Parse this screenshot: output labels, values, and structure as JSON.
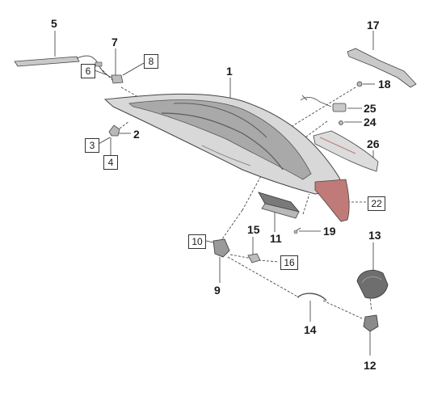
{
  "diagram": {
    "labels": {
      "c1": "1",
      "c2": "2",
      "c5": "5",
      "c7": "7",
      "c9": "9",
      "c11": "11",
      "c12": "12",
      "c13": "13",
      "c14": "14",
      "c15": "15",
      "c17": "17",
      "c18": "18",
      "c19": "19",
      "c24": "24",
      "c25": "25",
      "c26": "26"
    },
    "boxed_labels": {
      "b3": "3",
      "b4": "4",
      "b6": "6",
      "b8": "8",
      "b10": "10",
      "b16": "16",
      "b22": "22"
    },
    "colors": {
      "part_fill": "#d8d8d8",
      "part_shade": "#a9a9a9",
      "part_dark": "#5a5a5a",
      "accent_red": "#c07a78",
      "leader": "#333333"
    }
  }
}
